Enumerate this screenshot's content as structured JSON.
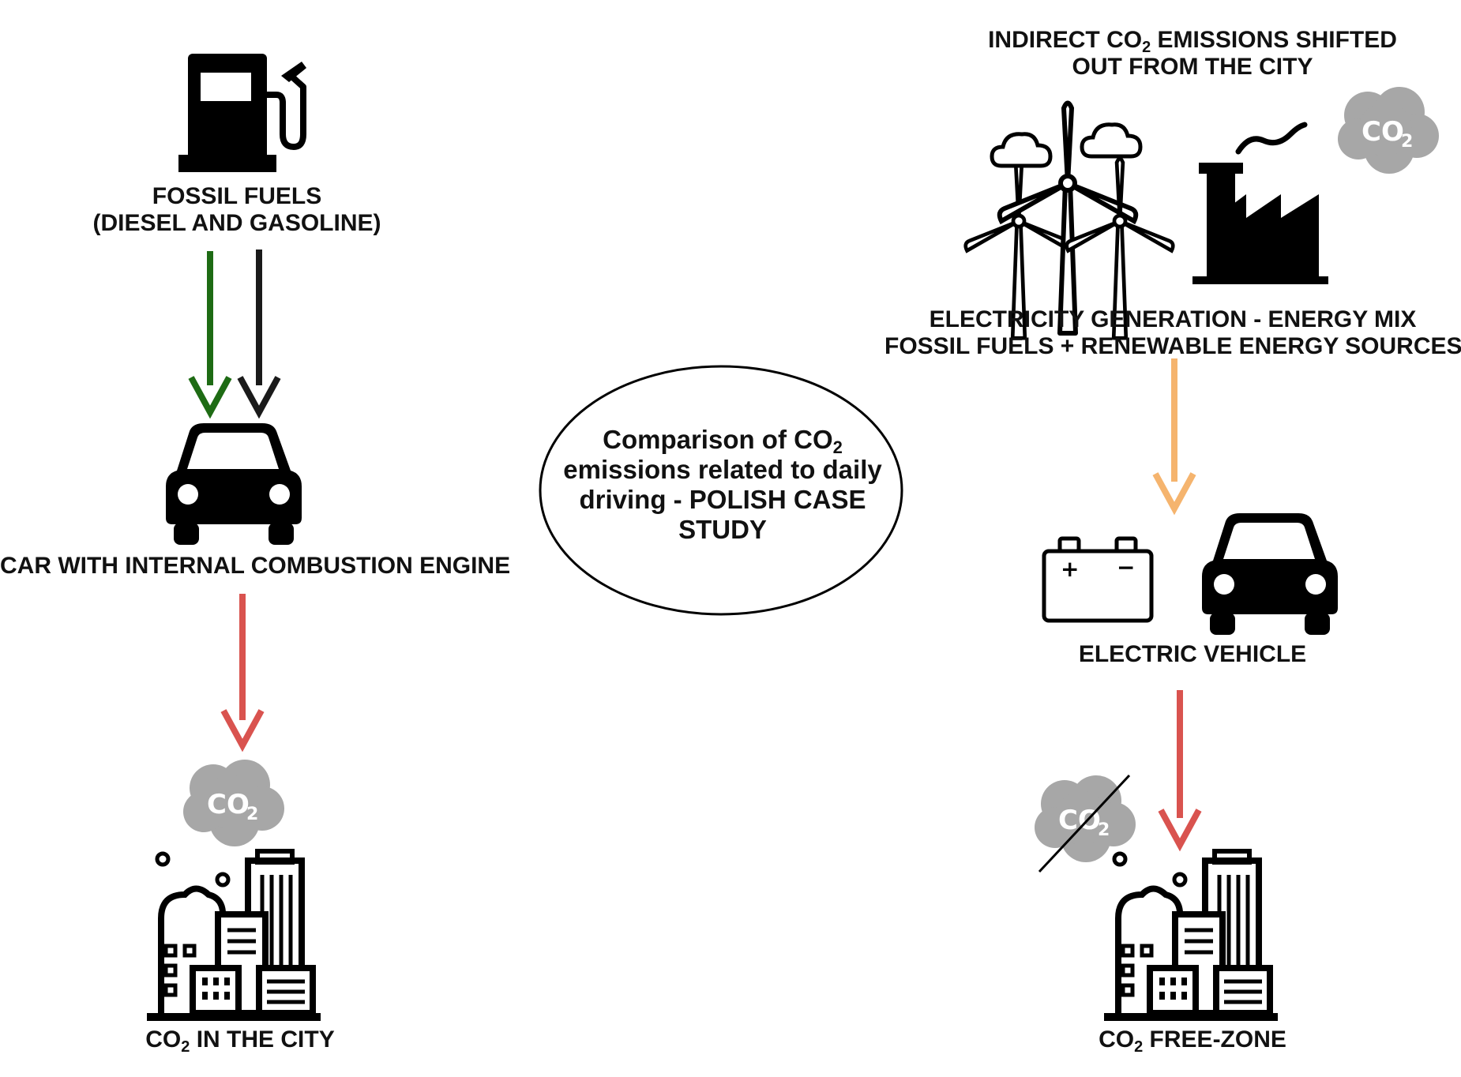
{
  "labels": {
    "fossil_fuels_line1": "FOSSIL FUELS",
    "fossil_fuels_line2": "(DIESEL AND GASOLINE)",
    "ice_car": "CAR WITH INTERNAL COMBUSTION ENGINE",
    "co2_city_prefix": "CO",
    "co2_city_sub": "2",
    "co2_city_suffix": " IN THE CITY",
    "indirect_line1_prefix": "INDIRECT CO",
    "indirect_line1_sub": "2",
    "indirect_line1_suffix": " EMISSIONS SHIFTED",
    "indirect_line2": "OUT FROM THE CITY",
    "electricity_line1": "ELECTRICITY GENERATION - ENERGY MIX",
    "electricity_line2": "FOSSIL FUELS + RENEWABLE ENERGY SOURCES",
    "ev": "ELECTRIC VEHICLE",
    "free_zone_prefix": "CO",
    "free_zone_sub": "2",
    "free_zone_suffix": " FREE-ZONE"
  },
  "center": {
    "line1_prefix": "Comparison of CO",
    "line1_sub": "2",
    "line2": "emissions related to daily",
    "line3": "driving - POLISH CASE",
    "line4": "STUDY"
  },
  "cloud_text": {
    "main": "CO",
    "sub": "2"
  },
  "battery": {
    "plus": "+",
    "minus": "−"
  },
  "icons": [
    "fuel-pump-icon",
    "car-icon",
    "co2-cloud-icon",
    "city-icon",
    "wind-turbine-icon",
    "factory-icon",
    "battery-icon",
    "electric-car-icon",
    "co2-crossed-icon"
  ],
  "colors": {
    "arrow_green": "#1e6b14",
    "arrow_black": "#1a1a1a",
    "arrow_red": "#d9534f",
    "arrow_orange": "#f5b46e",
    "cloud_gray": "#a7a7a7",
    "icon_black": "#000000"
  }
}
